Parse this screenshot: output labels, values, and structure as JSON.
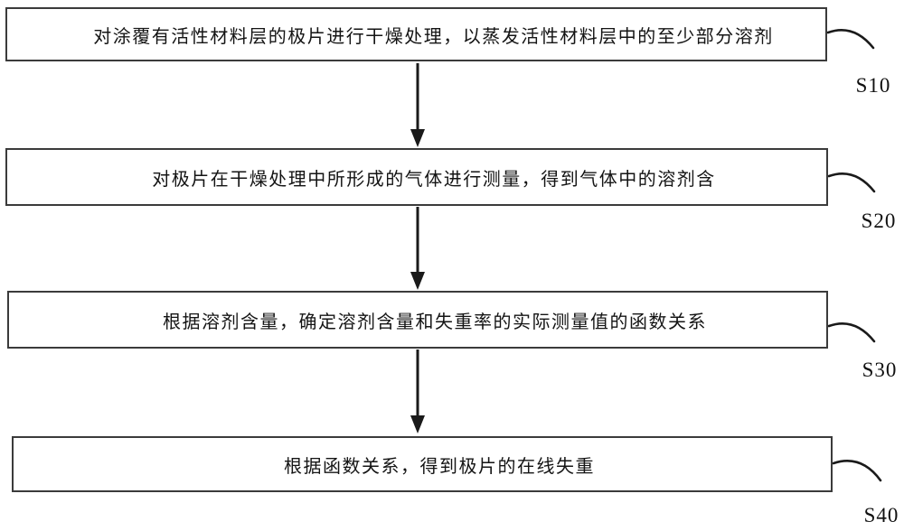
{
  "canvas": {
    "background": "#ffffff"
  },
  "colors": {
    "line": "#1a1a1a",
    "box_border": "#3b3b3b",
    "text": "#141414"
  },
  "flowchart": {
    "type": "flowchart",
    "direction": "top-down",
    "steps": [
      {
        "label": "S10",
        "text": "对涂覆有活性材料层的极片进行干燥处理，以蒸发活性材料层中的至少部分溶剂"
      },
      {
        "label": "S20",
        "text": "对极片在干燥处理中所形成的气体进行测量，得到气体中的溶剂含"
      },
      {
        "label": "S30",
        "text": "根据溶剂含量，确定溶剂含量和失重率的实际测量值的函数关系"
      },
      {
        "label": "S40",
        "text": "根据函数关系，得到极片的在线失重"
      }
    ],
    "connections": [
      {
        "from": "S10",
        "to": "S20"
      },
      {
        "from": "S20",
        "to": "S30"
      },
      {
        "from": "S30",
        "to": "S40"
      }
    ]
  }
}
